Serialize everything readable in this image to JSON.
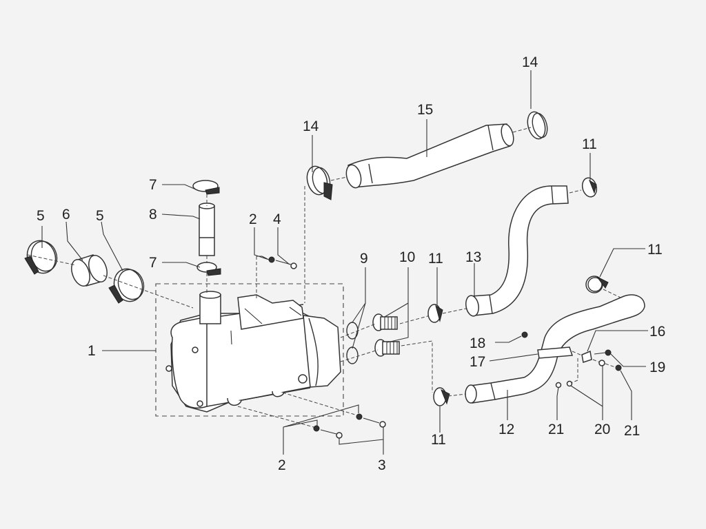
{
  "diagram": {
    "type": "exploded-parts-view",
    "subject": "heat exchanger with cooling hoses and clamps",
    "callouts": [
      {
        "id": "c5a",
        "text": "5"
      },
      {
        "id": "c6",
        "text": "6"
      },
      {
        "id": "c5b",
        "text": "5"
      },
      {
        "id": "c7a",
        "text": "7"
      },
      {
        "id": "c8",
        "text": "8"
      },
      {
        "id": "c7b",
        "text": "7"
      },
      {
        "id": "c2a",
        "text": "2"
      },
      {
        "id": "c4",
        "text": "4"
      },
      {
        "id": "c1",
        "text": "1"
      },
      {
        "id": "c14a",
        "text": "14"
      },
      {
        "id": "c15",
        "text": "15"
      },
      {
        "id": "c14b",
        "text": "14"
      },
      {
        "id": "c11a",
        "text": "11"
      },
      {
        "id": "c9",
        "text": "9"
      },
      {
        "id": "c10",
        "text": "10"
      },
      {
        "id": "c11b",
        "text": "11"
      },
      {
        "id": "c13",
        "text": "13"
      },
      {
        "id": "c11c",
        "text": "11"
      },
      {
        "id": "c18",
        "text": "18"
      },
      {
        "id": "c17",
        "text": "17"
      },
      {
        "id": "c16",
        "text": "16"
      },
      {
        "id": "c19",
        "text": "19"
      },
      {
        "id": "c11d",
        "text": "11"
      },
      {
        "id": "c12",
        "text": "12"
      },
      {
        "id": "c21a",
        "text": "21"
      },
      {
        "id": "c20",
        "text": "20"
      },
      {
        "id": "c21b",
        "text": "21"
      },
      {
        "id": "c2b",
        "text": "2"
      },
      {
        "id": "c3",
        "text": "3"
      }
    ]
  }
}
